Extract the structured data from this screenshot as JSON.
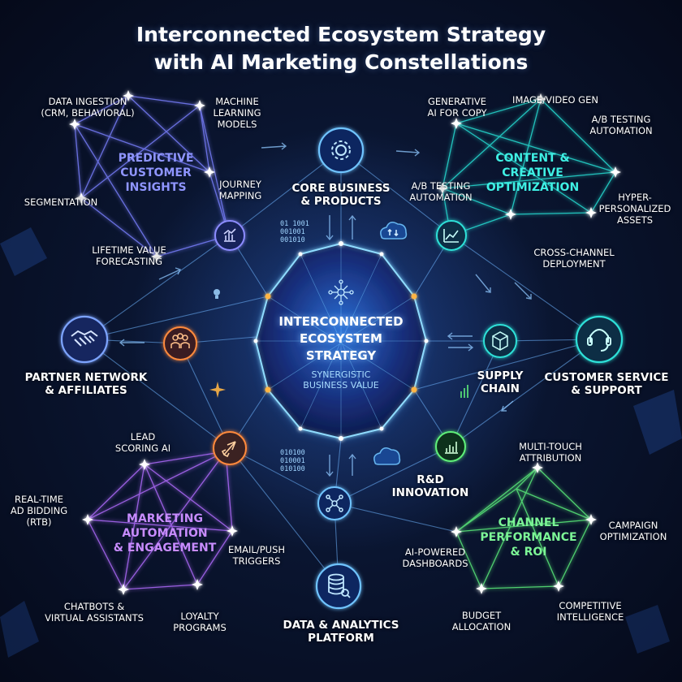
{
  "title": {
    "line1": "Interconnected Ecosystem Strategy",
    "line2": "with AI Marketing Constellations"
  },
  "center": {
    "line1": "INTERCONNECTED",
    "line2": "ECOSYSTEM",
    "line3": "STRATEGY",
    "sub1": "SYNERGISTIC",
    "sub2": "BUSINESS VALUE"
  },
  "nodes": {
    "core": {
      "line1": "CORE BUSINESS",
      "line2": "& PRODUCTS"
    },
    "partner": {
      "line1": "PARTNER NETWORK",
      "line2": "& AFFILIATES"
    },
    "supply": {
      "line1": "SUPPLY",
      "line2": "CHAIN"
    },
    "customer_service": {
      "line1": "CUSTOMER SERVICE",
      "line2": "& SUPPORT"
    },
    "rnd": {
      "line1": "R&D",
      "line2": "INNOVATION"
    },
    "data_platform": {
      "line1": "DATA & ANALYTICS",
      "line2": "PLATFORM"
    }
  },
  "clusters": {
    "predictive": {
      "title": [
        "PREDICTIVE",
        "CUSTOMER",
        "INSIGHTS"
      ],
      "color": "#7b7bff",
      "items": {
        "data_ingestion": [
          "DATA INGESTION",
          "(CRM, BEHAVIORAL)"
        ],
        "ml_models": [
          "MACHINE",
          "LEARNING",
          "MODELS"
        ],
        "segmentation": [
          "SEGMENTATION"
        ],
        "journey": [
          "JOURNEY",
          "MAPPING"
        ],
        "ltv": [
          "LIFETIME VALUE",
          "FORECASTING"
        ]
      }
    },
    "content": {
      "title": [
        "CONTENT &",
        "CREATIVE",
        "OPTIMIZATION"
      ],
      "color": "#2ee0d8",
      "items": {
        "gen_ai": [
          "GENERATIVE",
          "AI FOR COPY"
        ],
        "image_video": [
          "IMAGE/VIDEO GEN"
        ],
        "ab_right": [
          "A/B TESTING",
          "AUTOMATION"
        ],
        "ab_left": [
          "A/B TESTING",
          "AUTOMATION"
        ],
        "hyper": [
          "HYPER-",
          "PERSONALIZED",
          "ASSETS"
        ],
        "cross_channel": [
          "CROSS-CHANNEL",
          "DEPLOYMENT"
        ]
      }
    },
    "marketing": {
      "title": [
        "MARKETING",
        "AUTOMATION",
        "& ENGAGEMENT"
      ],
      "color": "#b06cff",
      "items": {
        "lead": [
          "LEAD",
          "SCORING AI"
        ],
        "rtb": [
          "REAL-TIME",
          "AD BIDDING",
          "(RTB)"
        ],
        "email": [
          "EMAIL/PUSH",
          "TRIGGERS"
        ],
        "chatbots": [
          "CHATBOTS &",
          "VIRTUAL ASSISTANTS"
        ],
        "loyalty": [
          "LOYALTY",
          "PROGRAMS"
        ]
      }
    },
    "channel": {
      "title": [
        "CHANNEL",
        "PERFORMANCE",
        "& ROI"
      ],
      "color": "#5ef07a",
      "items": {
        "multitouch": [
          "MULTI-TOUCH",
          "ATTRIBUTION"
        ],
        "campaign": [
          "CAMPAIGN",
          "OPTIMIZATION"
        ],
        "dashboards": [
          "AI-POWERED",
          "DASHBOARDS"
        ],
        "budget": [
          "BUDGET",
          "ALLOCATION"
        ],
        "competitive": [
          "COMPETITIVE",
          "INTELLIGENCE"
        ]
      }
    }
  },
  "binary": {
    "top": "01 1001\n001001\n001010",
    "bottom": "010100\n010001\n010100"
  },
  "icons": {
    "core": "gear-icon",
    "predictive_hub": "bar-chart-icon",
    "content_hub": "line-chart-icon",
    "partner": "handshake-icon",
    "team": "people-icon",
    "rocket": "rocket-icon",
    "supply": "box-icon",
    "customer_service": "headset-icon",
    "rnd": "growth-chart-icon",
    "data_hub": "network-icon",
    "data_platform": "database-icon",
    "cloud": "cloud-icon",
    "center": "hub-icon"
  }
}
